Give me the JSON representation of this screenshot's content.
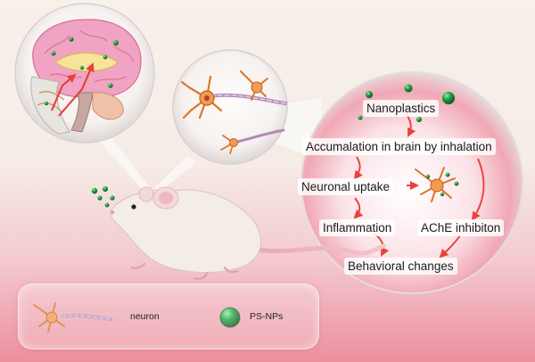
{
  "flow": {
    "nanoplastics": "Nanoplastics",
    "accumulation": "Accumalation in brain by inhalation",
    "neuronal_uptake": "Neuronal uptake",
    "inflammation": "Inflammation",
    "ache_inhibition": "AChE inhibiton",
    "behavioral": "Behavioral changes"
  },
  "legend": {
    "neuron_label": "neuron",
    "psnps_label": "PS-NPs"
  },
  "colors": {
    "arrow": "#e8423f",
    "particle": "#1f9a3c",
    "neuron": "#d9772a",
    "mouse": "#f4ece6",
    "brain": "#ee8fb2"
  }
}
